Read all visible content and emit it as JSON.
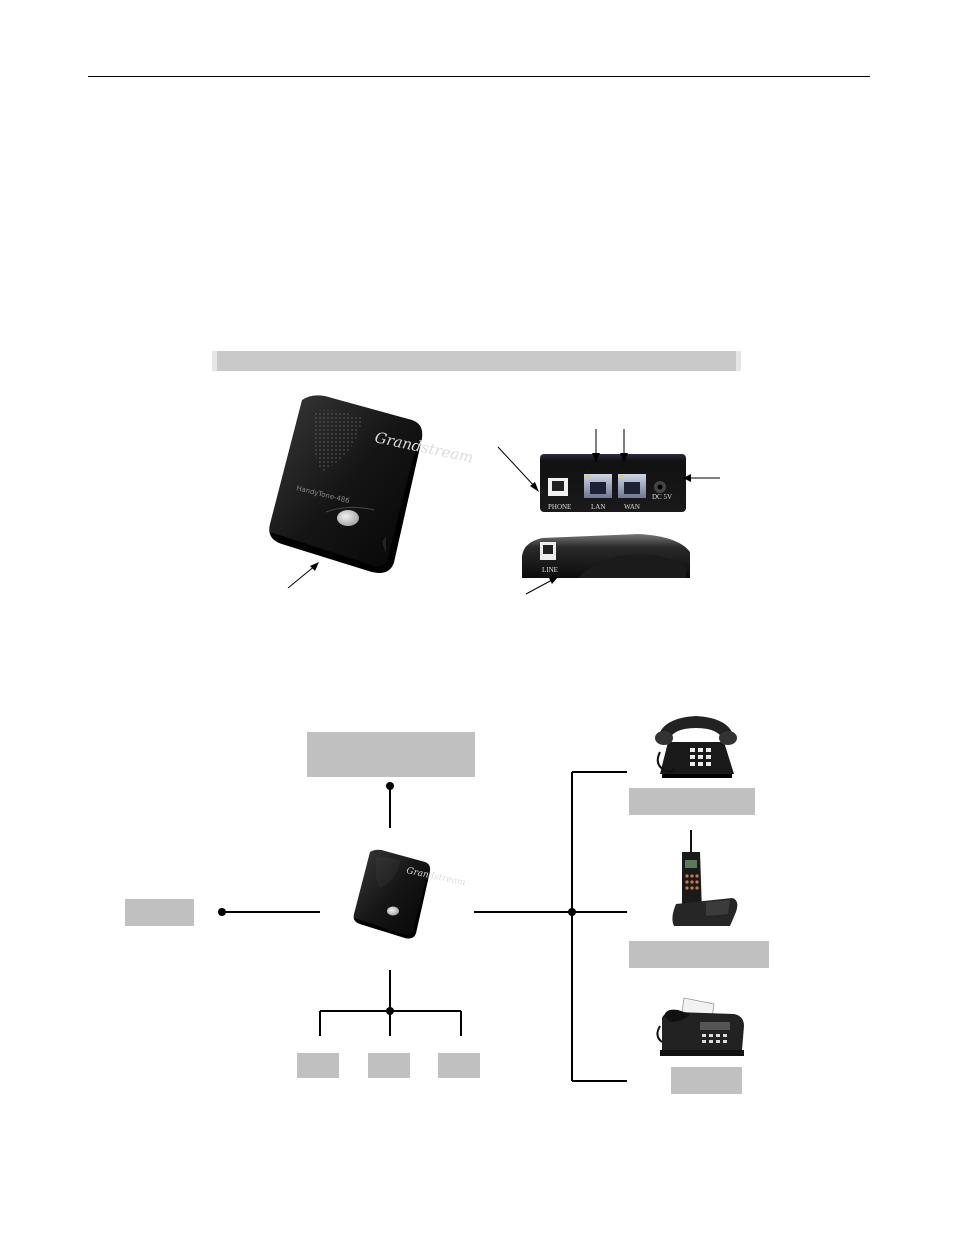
{
  "device": {
    "brand_logo": "Grandstream",
    "model_name": "HandyTone-486",
    "ports": {
      "phone": "PHONE",
      "lan": "LAN",
      "wan": "WAN",
      "power": "DC 5V",
      "line": "LINE"
    }
  },
  "icons": [
    "desk-phone-icon",
    "cordless-phone-icon",
    "fax-machine-icon"
  ]
}
